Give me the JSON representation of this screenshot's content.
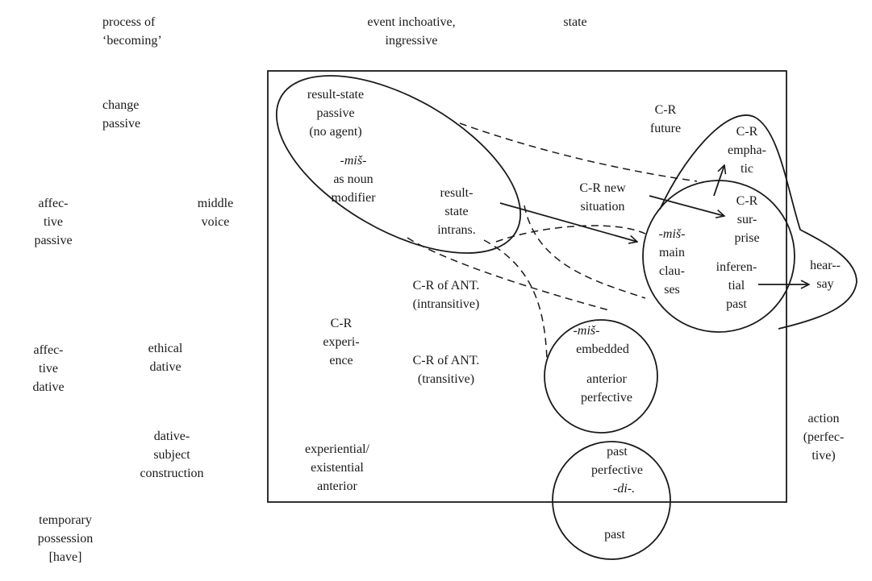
{
  "labels": {
    "process_becoming": [
      "process of",
      "‘becoming’"
    ],
    "event_inchoative": [
      "event inchoative,",
      "ingressive"
    ],
    "state": "state",
    "change_passive": [
      "change",
      "passive"
    ],
    "affective_passive": [
      "affec-",
      "tive",
      "passive"
    ],
    "middle_voice": [
      "middle",
      "voice"
    ],
    "affective_dative": [
      "affec-",
      "tive",
      "dative"
    ],
    "ethical_dative": [
      "ethical",
      "dative"
    ],
    "dative_subject": [
      "dative-",
      "subject",
      "construction"
    ],
    "temporary_possession": [
      "temporary",
      "possession",
      "[have]"
    ],
    "action_perfective": [
      "action",
      "(perfec-",
      "tive)"
    ],
    "result_state_passive": [
      "result-state",
      "passive",
      "(no agent)"
    ],
    "mis_modifier_marker": "-miš-",
    "mis_modifier": [
      "as noun",
      "modifier"
    ],
    "result_state_intrans": [
      "result-",
      "state",
      "intrans."
    ],
    "cr_future": [
      "C-R",
      "future"
    ],
    "cr_emphatic": [
      "C-R",
      "empha-",
      "tic"
    ],
    "cr_new_situation": [
      "C-R new",
      "situation"
    ],
    "cr_surprise": [
      "C-R",
      "sur-",
      "prise"
    ],
    "mis_main_marker": "-miš-",
    "mis_main": [
      "main",
      "clau-",
      "ses"
    ],
    "inferential_past": [
      "inferen-",
      "tial",
      "past"
    ],
    "hearsay": [
      "hear--",
      "say"
    ],
    "cr_ant_intransitive": [
      "C-R of ANT.",
      "(intransitive)"
    ],
    "cr_ant_transitive": [
      "C-R of ANT.",
      "(transitive)"
    ],
    "cr_experience": [
      "C-R",
      "experi-",
      "ence"
    ],
    "mis_embedded_marker": "-miš-",
    "mis_embedded": "embedded",
    "anterior_perfective": [
      "anterior",
      "perfective"
    ],
    "experiential_anterior": [
      "experiential/",
      "existential",
      "anterior"
    ],
    "past_perfective": [
      "past",
      "perfective"
    ],
    "di_marker": "-di-.",
    "past": "past"
  }
}
